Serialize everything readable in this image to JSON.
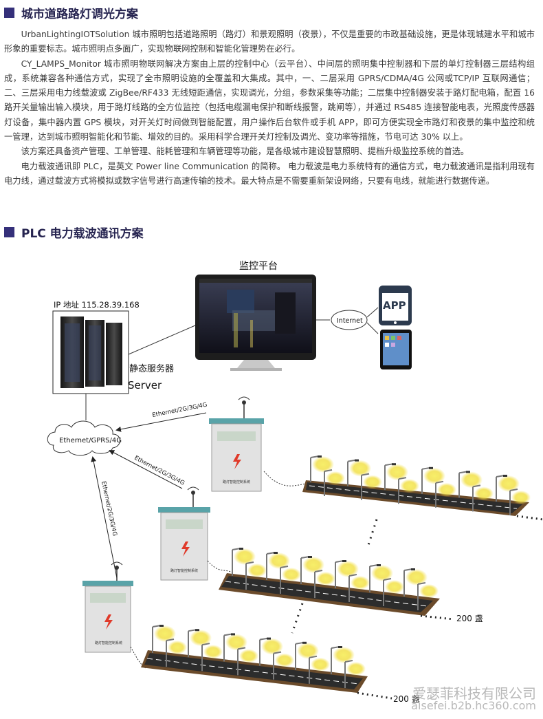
{
  "section1": {
    "title": "城市道路路灯调光方案",
    "paragraphs": [
      "UrbanLightingIOTSolution 城市照明包括道路照明（路灯）和景观照明（夜景），不仅是重要的市政基础设施，更是体现城建水平和城市形象的重要标志。城市照明点多面广，实现物联网控制和智能化管理势在必行。",
      "CY_LAMPS_Monitor 城市照明物联网解决方案由上层的控制中心（云平台）、中间层的照明集中控制器和下层的单灯控制器三层结构组成，系统兼容各种通信方式，实现了全市照明设施的全覆盖和大集成。其中，一、二层采用 GPRS/CDMA/4G 公网或TCP/IP 互联网通信；二、三层采用电力线载波或 ZigBee/RF433 无线短距通信，实现调光，分组，参数采集等功能；二层集中控制器安装于路灯配电箱，配置 16 路开关量输出输入模块，用于路灯线路的全方位监控（包括电缆漏电保护和断线报警，跳闸等），并通过 RS485 连接智能电表，光照度传感器灯设备，集中器内置 GPS 模块，对开关灯时间做到智能配置，用户操作后台软件或手机 APP，即可方便实现全市路灯和夜景的集中监控和统一管理，达到城市照明智能化和节能、增效的目的。采用科学合理开关灯控制及调光、变功率等措施，节电可达 30% 以上。",
      "该方案还具备资产管理、工单管理、能耗管理和车辆管理等功能，是各级城市建设智慧照明、提档升级监控系统的首选。",
      "电力载波通讯即 PLC，是英文 Power line Communication 的简称。 电力载波是电力系统特有的通信方式，电力载波通讯是指利用现有电力线，通过载波方式将模拟或数字信号进行高速传输的技术。最大特点是不需要重新架设网络，只要有电线，就能进行数据传递。"
    ]
  },
  "section2": {
    "title": "PLC 电力载波通讯方案"
  },
  "diagram": {
    "monitor_label": "监控平台",
    "ip_label": "IP 地址 115.28.39.168",
    "server_cn": "静态服务器",
    "server_en": "Server",
    "internet_label": "Internet",
    "app_label": "APP",
    "cloud_label": "Ethernet/GPRS/4G",
    "link_label": "Ethernet/2G/3G/4G",
    "cabinet_caption": "路灯智能控制系统",
    "lamp_count_label": "200 盏",
    "colors": {
      "title_accent": "#35307a",
      "lamp_glow": "#f2e04a",
      "road": "#2c2c2c",
      "cabinet_roof": "#59a3a8"
    }
  },
  "watermark": {
    "company": "爱瑟菲科技有限公司",
    "site": "aisefei.b2b.hc360.com"
  }
}
